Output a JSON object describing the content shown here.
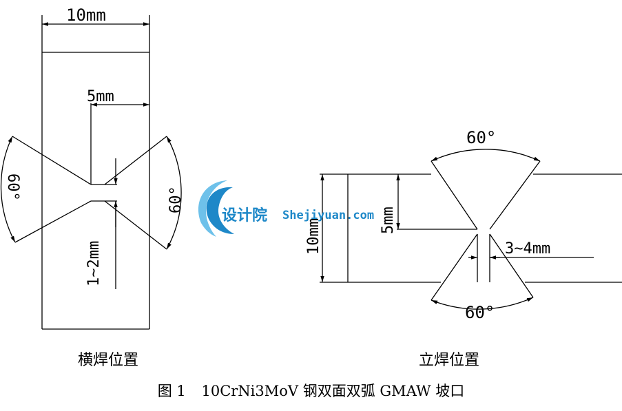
{
  "diagram": {
    "left": {
      "width_dim": "10mm",
      "depth_dim": "5mm",
      "gap_dim": "1~2mm",
      "angle_left": "60°",
      "angle_right": "60°"
    },
    "right": {
      "top_angle": "60°",
      "bottom_angle": "60°",
      "thickness_dim": "10mm",
      "depth_dim": "5mm",
      "gap_dim": "3~4mm"
    },
    "watermark": {
      "cn": "设计院",
      "en": "Shejiyuan.com",
      "color": "#1e88c8"
    }
  },
  "captions": {
    "left": "横焊位置",
    "right": "立焊位置",
    "figure_number": "图 1",
    "figure_title": "10CrNi3MoV 钢双面双弧 GMAW 坡口"
  }
}
